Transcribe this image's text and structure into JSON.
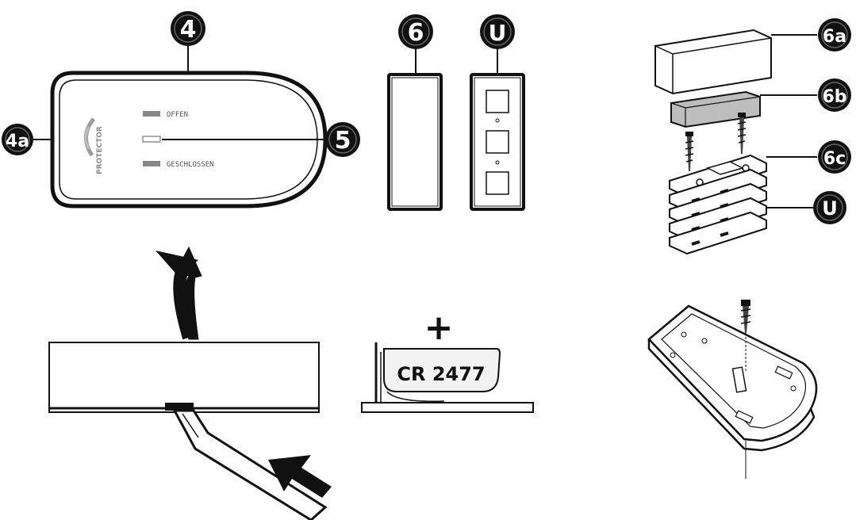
{
  "labels": {
    "device": "4",
    "device_side": "4a",
    "led": "5",
    "magnet": "6",
    "mount_plate": "U",
    "magnet_cover": "6a",
    "magnet_core": "6b",
    "magnet_base": "6c",
    "spacers": "U"
  },
  "device": {
    "brand": "PROTECTOR",
    "led_open": "OFFEN",
    "led_closed": "GESCHLOSSEN"
  },
  "battery": {
    "type": "CR 2477",
    "polarity": "+"
  },
  "colors": {
    "badge": "#111111",
    "line": "#111111",
    "led_gray": "#888888"
  }
}
